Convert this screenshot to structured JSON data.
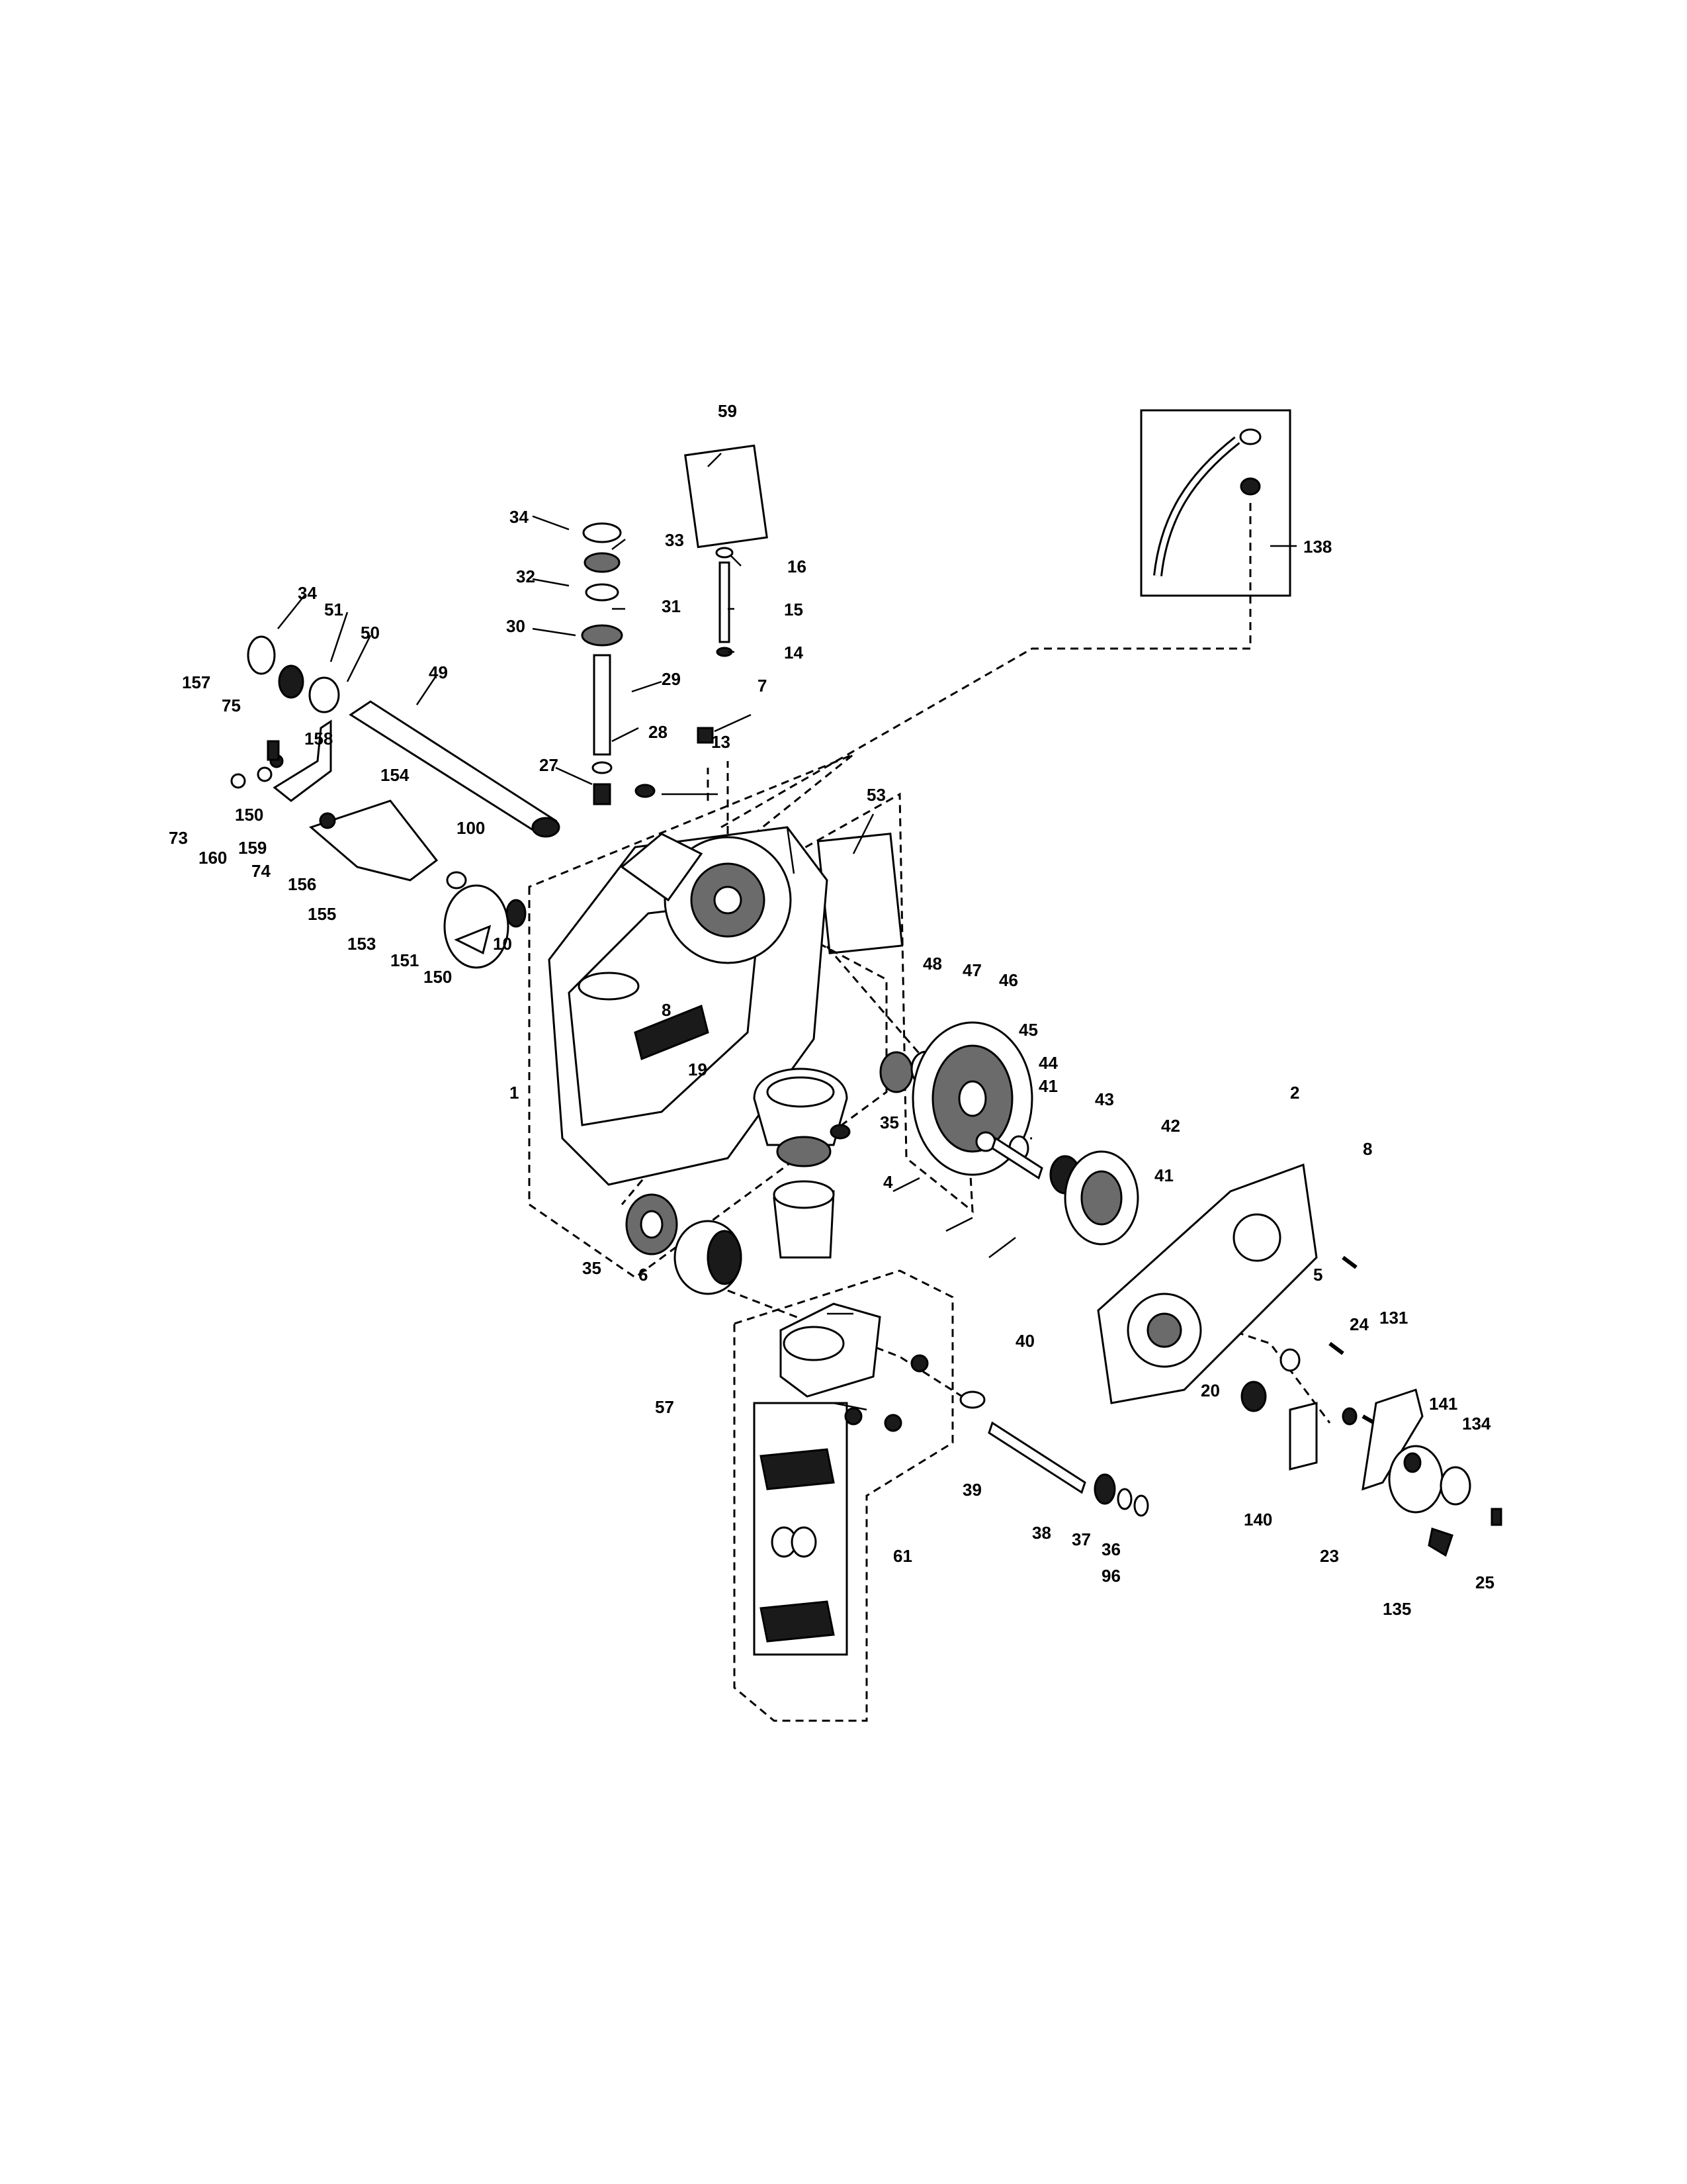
{
  "colors": {
    "background": "#ffffff",
    "ink": "#000000",
    "shade": "#6b6b6b"
  },
  "callouts": [
    "1",
    "2",
    "4",
    "5",
    "6",
    "7",
    "8",
    "8",
    "10",
    "13",
    "14",
    "15",
    "16",
    "19",
    "20",
    "23",
    "24",
    "25",
    "27",
    "28",
    "29",
    "30",
    "31",
    "32",
    "33",
    "34",
    "34",
    "35",
    "35",
    "36",
    "37",
    "38",
    "39",
    "40",
    "41",
    "41",
    "42",
    "43",
    "44",
    "45",
    "46",
    "47",
    "48",
    "49",
    "50",
    "51",
    "53",
    "57",
    "59",
    "61",
    "73",
    "74",
    "75",
    "96",
    "100",
    "131",
    "134",
    "135",
    "138",
    "140",
    "141",
    "150",
    "150",
    "151",
    "153",
    "154",
    "155",
    "156",
    "157",
    "158",
    "159",
    "160"
  ]
}
